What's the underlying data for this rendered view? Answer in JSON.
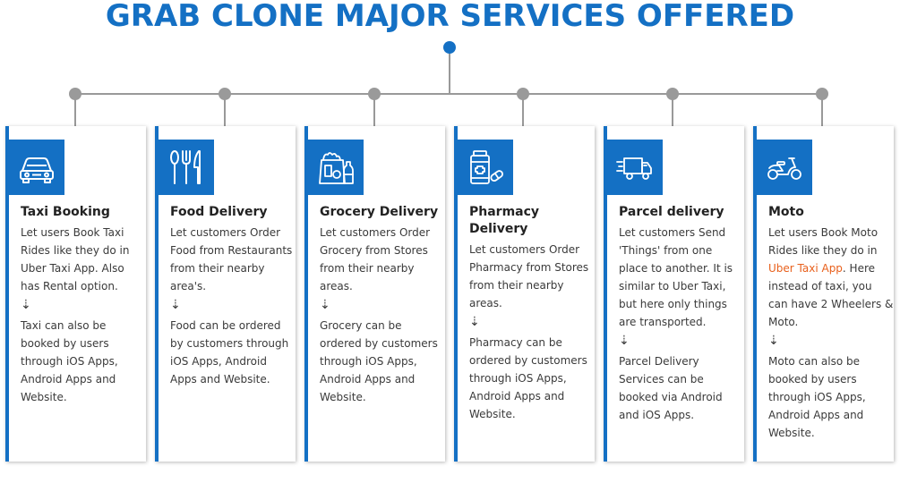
{
  "title": "GRAB CLONE MAJOR SERVICES OFFERED",
  "colors": {
    "accent": "#1470c4",
    "connector": "#999999",
    "highlight": "#e8601c"
  },
  "arrow_symbol": "⇣",
  "services": [
    {
      "icon": "car-icon",
      "title": "Taxi Booking",
      "description": "Let users Book Taxi Rides like they do in Uber Taxi App. Also has Rental option.",
      "note": "Taxi can also be booked by users through iOS Apps, Android Apps and Website."
    },
    {
      "icon": "cutlery-icon",
      "title": "Food Delivery",
      "description": "Let customers Order Food from Restaurants from their nearby area's.",
      "note": "Food can be ordered by customers through iOS Apps, Android Apps and Website."
    },
    {
      "icon": "grocery-bag-icon",
      "title": "Grocery Delivery",
      "description": "Let customers Order Grocery from Stores from their nearby areas.",
      "note": "Grocery can be ordered by customers through iOS Apps, Android Apps and Website."
    },
    {
      "icon": "medicine-icon",
      "title": "Pharmacy Delivery",
      "description": "Let customers Order Pharmacy from Stores from their nearby areas.",
      "note": "Pharmacy can be ordered by customers through iOS Apps, Android Apps and Website."
    },
    {
      "icon": "truck-icon",
      "title": "Parcel delivery",
      "description": "Let customers Send 'Things' from one place to another. It is similar to Uber Taxi, but here only things are transported.",
      "note": "Parcel Delivery Services can be booked via Android and iOS Apps."
    },
    {
      "icon": "scooter-icon",
      "title": "Moto",
      "description_before": "Let users Book Moto Rides like they do in ",
      "description_highlight": "Uber Taxi App",
      "description_after": ". Here instead of taxi, you can have 2 Wheelers & Moto.",
      "note": "Moto can also be booked by users through iOS Apps, Android Apps and Website."
    }
  ]
}
